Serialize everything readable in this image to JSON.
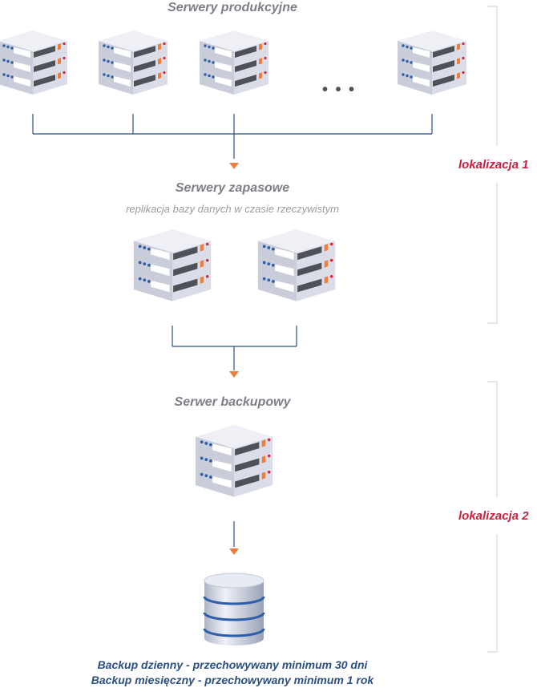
{
  "production": {
    "title": "Serwery produkcyjne",
    "ellipsis": "• • •"
  },
  "standby": {
    "title": "Serwery zapasowe",
    "subtitle": "replikacja bazy danych w czasie rzeczywistym"
  },
  "backup": {
    "title": "Serwer backupowy"
  },
  "locations": {
    "loc1": "lokalizacja 1",
    "loc2": "lokalizacja 2"
  },
  "footer": {
    "line1": "Backup dzienny - przechowywany minimum 30 dni",
    "line2": "Backup miesięczny - przechowywany minimum 1 rok"
  },
  "colors": {
    "server_top": "#eef0f6",
    "server_left": "#c9cdd9",
    "server_right": "#dadde7",
    "slot": "#4e5257",
    "led_blue": "#2f5fa8",
    "led_orange": "#ef7d3c",
    "led_red": "#d2263c",
    "line": "#2c4f82",
    "arrow": "#ef7d3c",
    "bracket": "#d6d8dc",
    "location_text": "#c8203f"
  },
  "icons": [
    "server-stack-icon",
    "database-icon",
    "down-arrow-icon"
  ]
}
